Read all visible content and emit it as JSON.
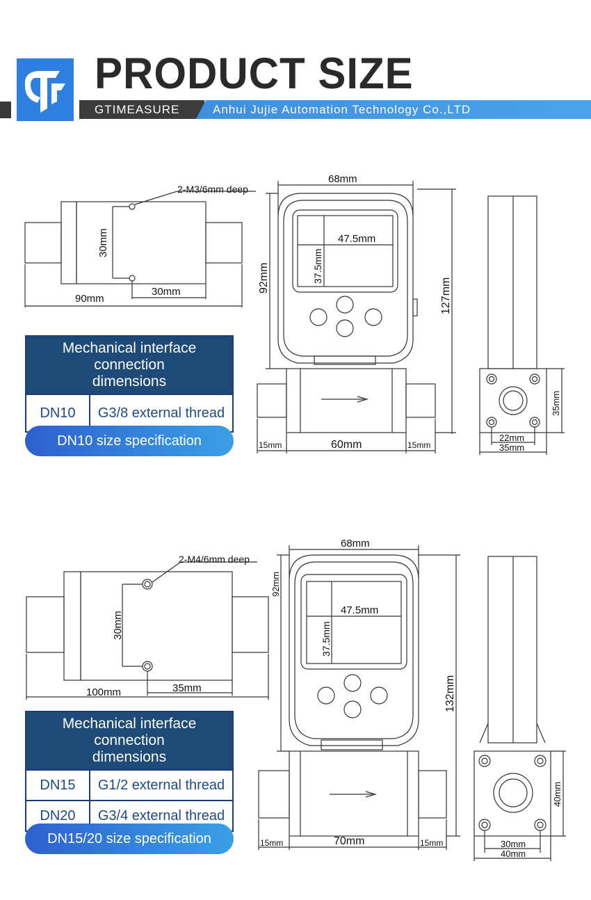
{
  "header": {
    "title": "PRODUCT SIZE",
    "brand": "GTIMEASURE",
    "company": "Anhui Jujie Automation Technology Co.,LTD"
  },
  "section1": {
    "side_view": {
      "hole_label": "2-M3/6mm deep",
      "height": "30mm",
      "hole_spacing": "30mm",
      "length": "90mm"
    },
    "front_view": {
      "width": "68mm",
      "screen_width": "47.5mm",
      "screen_height": "37.5mm",
      "body_height": "92mm",
      "total_height": "127mm",
      "pipe_left": "15mm",
      "body_length": "60mm",
      "pipe_right": "15mm"
    },
    "flange_view": {
      "side": "35mm",
      "hole_spacing": "22mm",
      "width": "35mm"
    },
    "table": {
      "heading_line1": "Mechanical interface connection",
      "heading_line2": "dimensions",
      "rows": [
        {
          "size": "DN10",
          "thread": "G3/8 external thread"
        }
      ]
    },
    "pill": "DN10 size specification"
  },
  "section2": {
    "side_view": {
      "hole_label": "2-M4/6mm deep",
      "height": "30mm",
      "hole_spacing": "35mm",
      "length": "100mm"
    },
    "front_view": {
      "width": "68mm",
      "screen_width": "47.5mm",
      "screen_height": "37.5mm",
      "body_height": "92mm",
      "total_height": "132mm",
      "pipe_left": "15mm",
      "body_length": "70mm",
      "pipe_right": "15mm"
    },
    "flange_view": {
      "side": "40mm",
      "hole_spacing": "30mm",
      "width": "40mm"
    },
    "table": {
      "heading_line1": "Mechanical interface connection",
      "heading_line2": "dimensions",
      "rows": [
        {
          "size": "DN15",
          "thread": "G1/2 external thread"
        },
        {
          "size": "DN20",
          "thread": "G3/4 external thread"
        }
      ]
    },
    "pill": "DN15/20 size specification"
  }
}
